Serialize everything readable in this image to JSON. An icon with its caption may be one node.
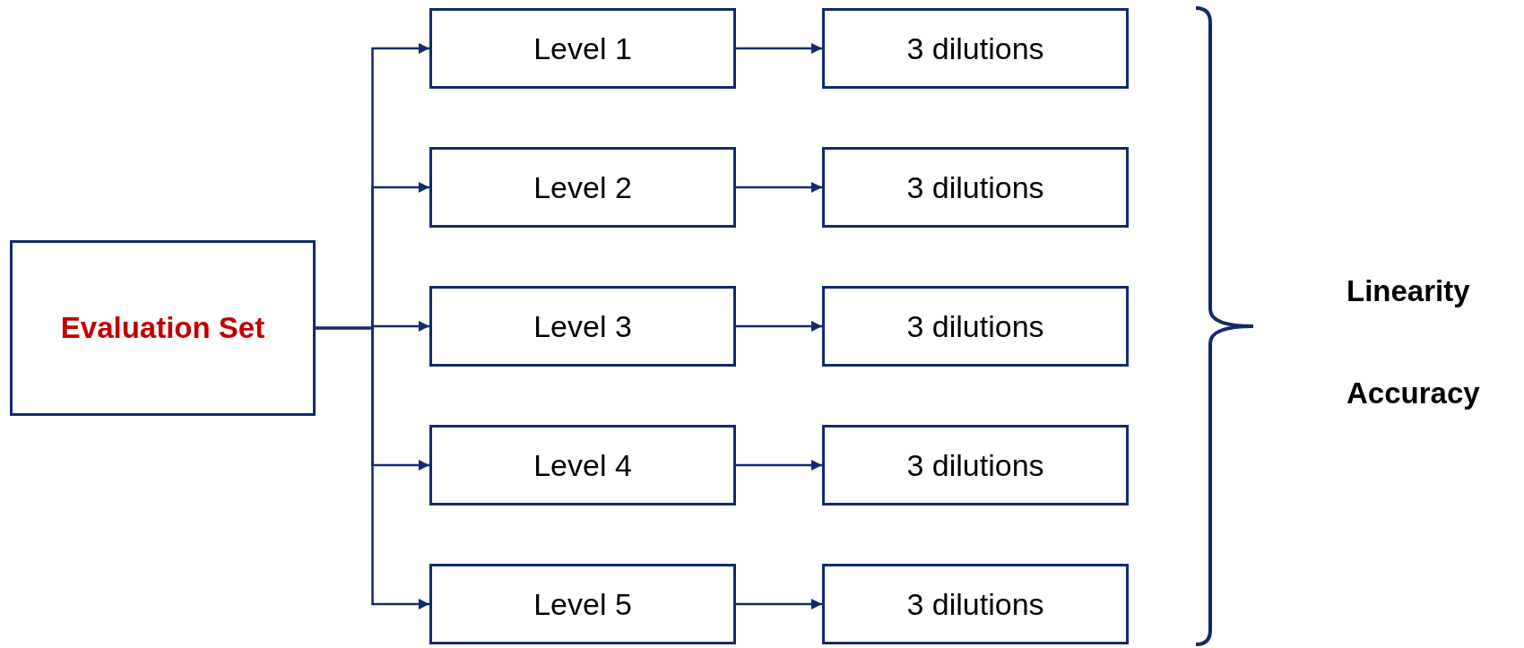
{
  "diagram": {
    "nodes": [
      {
        "text": [
          "Evaluation Set"
        ]
      },
      {
        "text": [
          "Level 1"
        ]
      },
      {
        "text": [
          "3 dilutions"
        ]
      },
      {
        "text": [
          "Level 2"
        ]
      },
      {
        "text": [
          "3 dilutions"
        ]
      },
      {
        "text": [
          "Level 3"
        ]
      },
      {
        "text": [
          "3 dilutions"
        ]
      },
      {
        "text": [
          "Level 4"
        ]
      },
      {
        "text": [
          "3 dilutions"
        ]
      },
      {
        "text": [
          "Level 5"
        ]
      },
      {
        "text": [
          "3 dilutions"
        ]
      }
    ],
    "edges": [
      {
        "from": 0,
        "to": 1,
        "arrow": "to"
      },
      {
        "from": 0,
        "to": 3,
        "arrow": "to"
      },
      {
        "from": 0,
        "to": 5,
        "arrow": "to"
      },
      {
        "from": 0,
        "to": 7,
        "arrow": "to"
      },
      {
        "from": 0,
        "to": 9,
        "arrow": "to"
      },
      {
        "from": 1,
        "to": 2,
        "arrow": "to"
      },
      {
        "from": 3,
        "to": 4,
        "arrow": "to"
      },
      {
        "from": 5,
        "to": 6,
        "arrow": "to"
      },
      {
        "from": 7,
        "to": 8,
        "arrow": "to"
      },
      {
        "from": 9,
        "to": 10,
        "arrow": "to"
      }
    ],
    "labels": [
      "Linearity",
      "Accuracy"
    ]
  }
}
